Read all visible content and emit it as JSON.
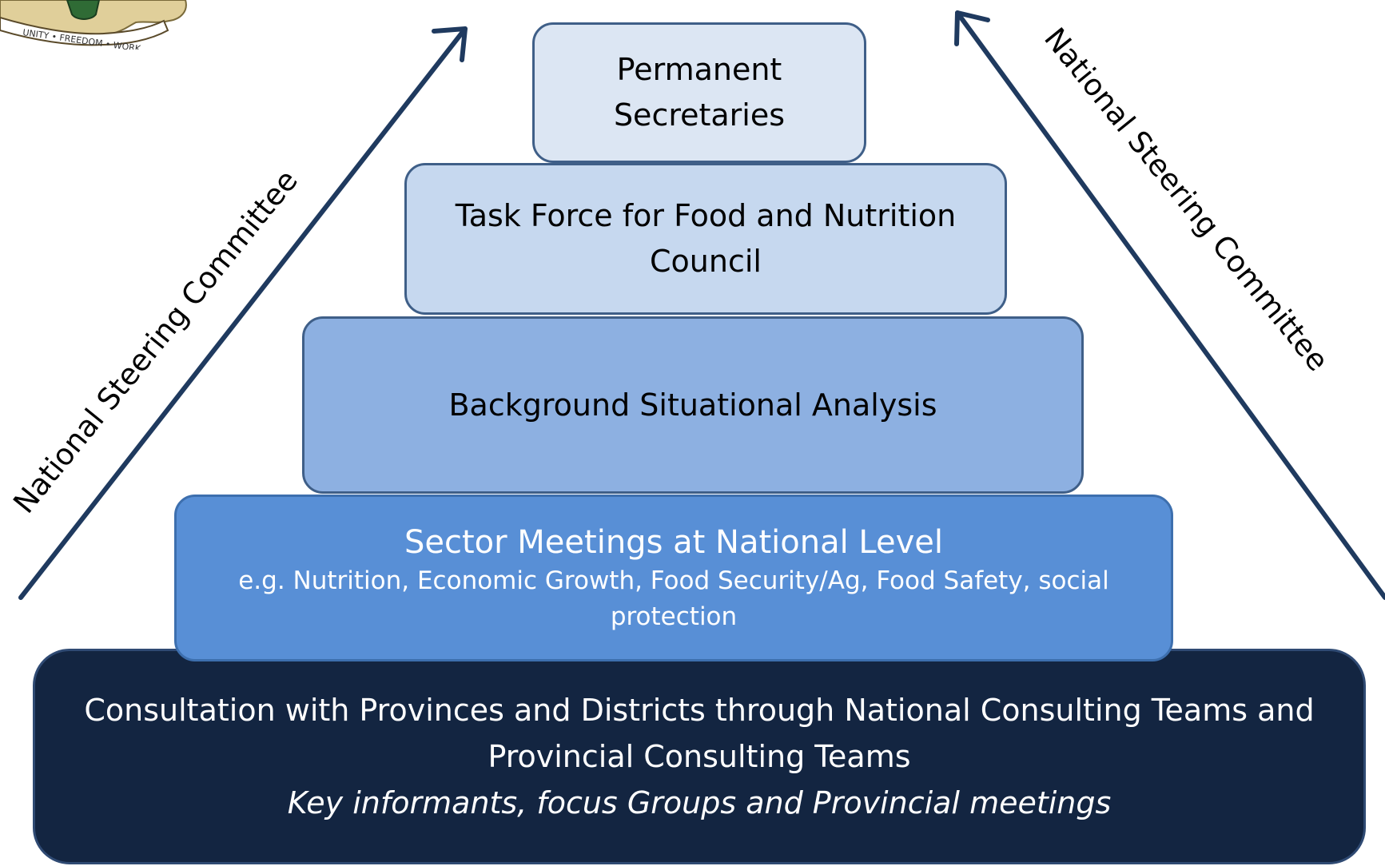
{
  "colors": {
    "arrow": "#1f3a5f",
    "tier1_fill": "#dce6f3",
    "tier2_fill": "#c6d8ef",
    "tier3_fill": "#8db0e1",
    "tier4_fill": "#588fd6",
    "tier5_fill": "#132541"
  },
  "seal": {
    "motto": "UNITY • FREEDOM • WORK"
  },
  "left_arrow_label": "National Steering Committee",
  "right_arrow_label": "National Steering Committee",
  "tiers": [
    {
      "label": "Permanent Secretaries"
    },
    {
      "label": "Task Force for Food and Nutrition Council"
    },
    {
      "label": "Background Situational Analysis"
    },
    {
      "label": "Sector Meetings at National Level",
      "sub": "e.g. Nutrition, Economic Growth, Food Security/Ag,  Food Safety, social protection"
    },
    {
      "label": "Consultation with Provinces and Districts through National Consulting Teams and Provincial Consulting Teams",
      "sub": "Key informants, focus Groups and Provincial meetings"
    }
  ]
}
